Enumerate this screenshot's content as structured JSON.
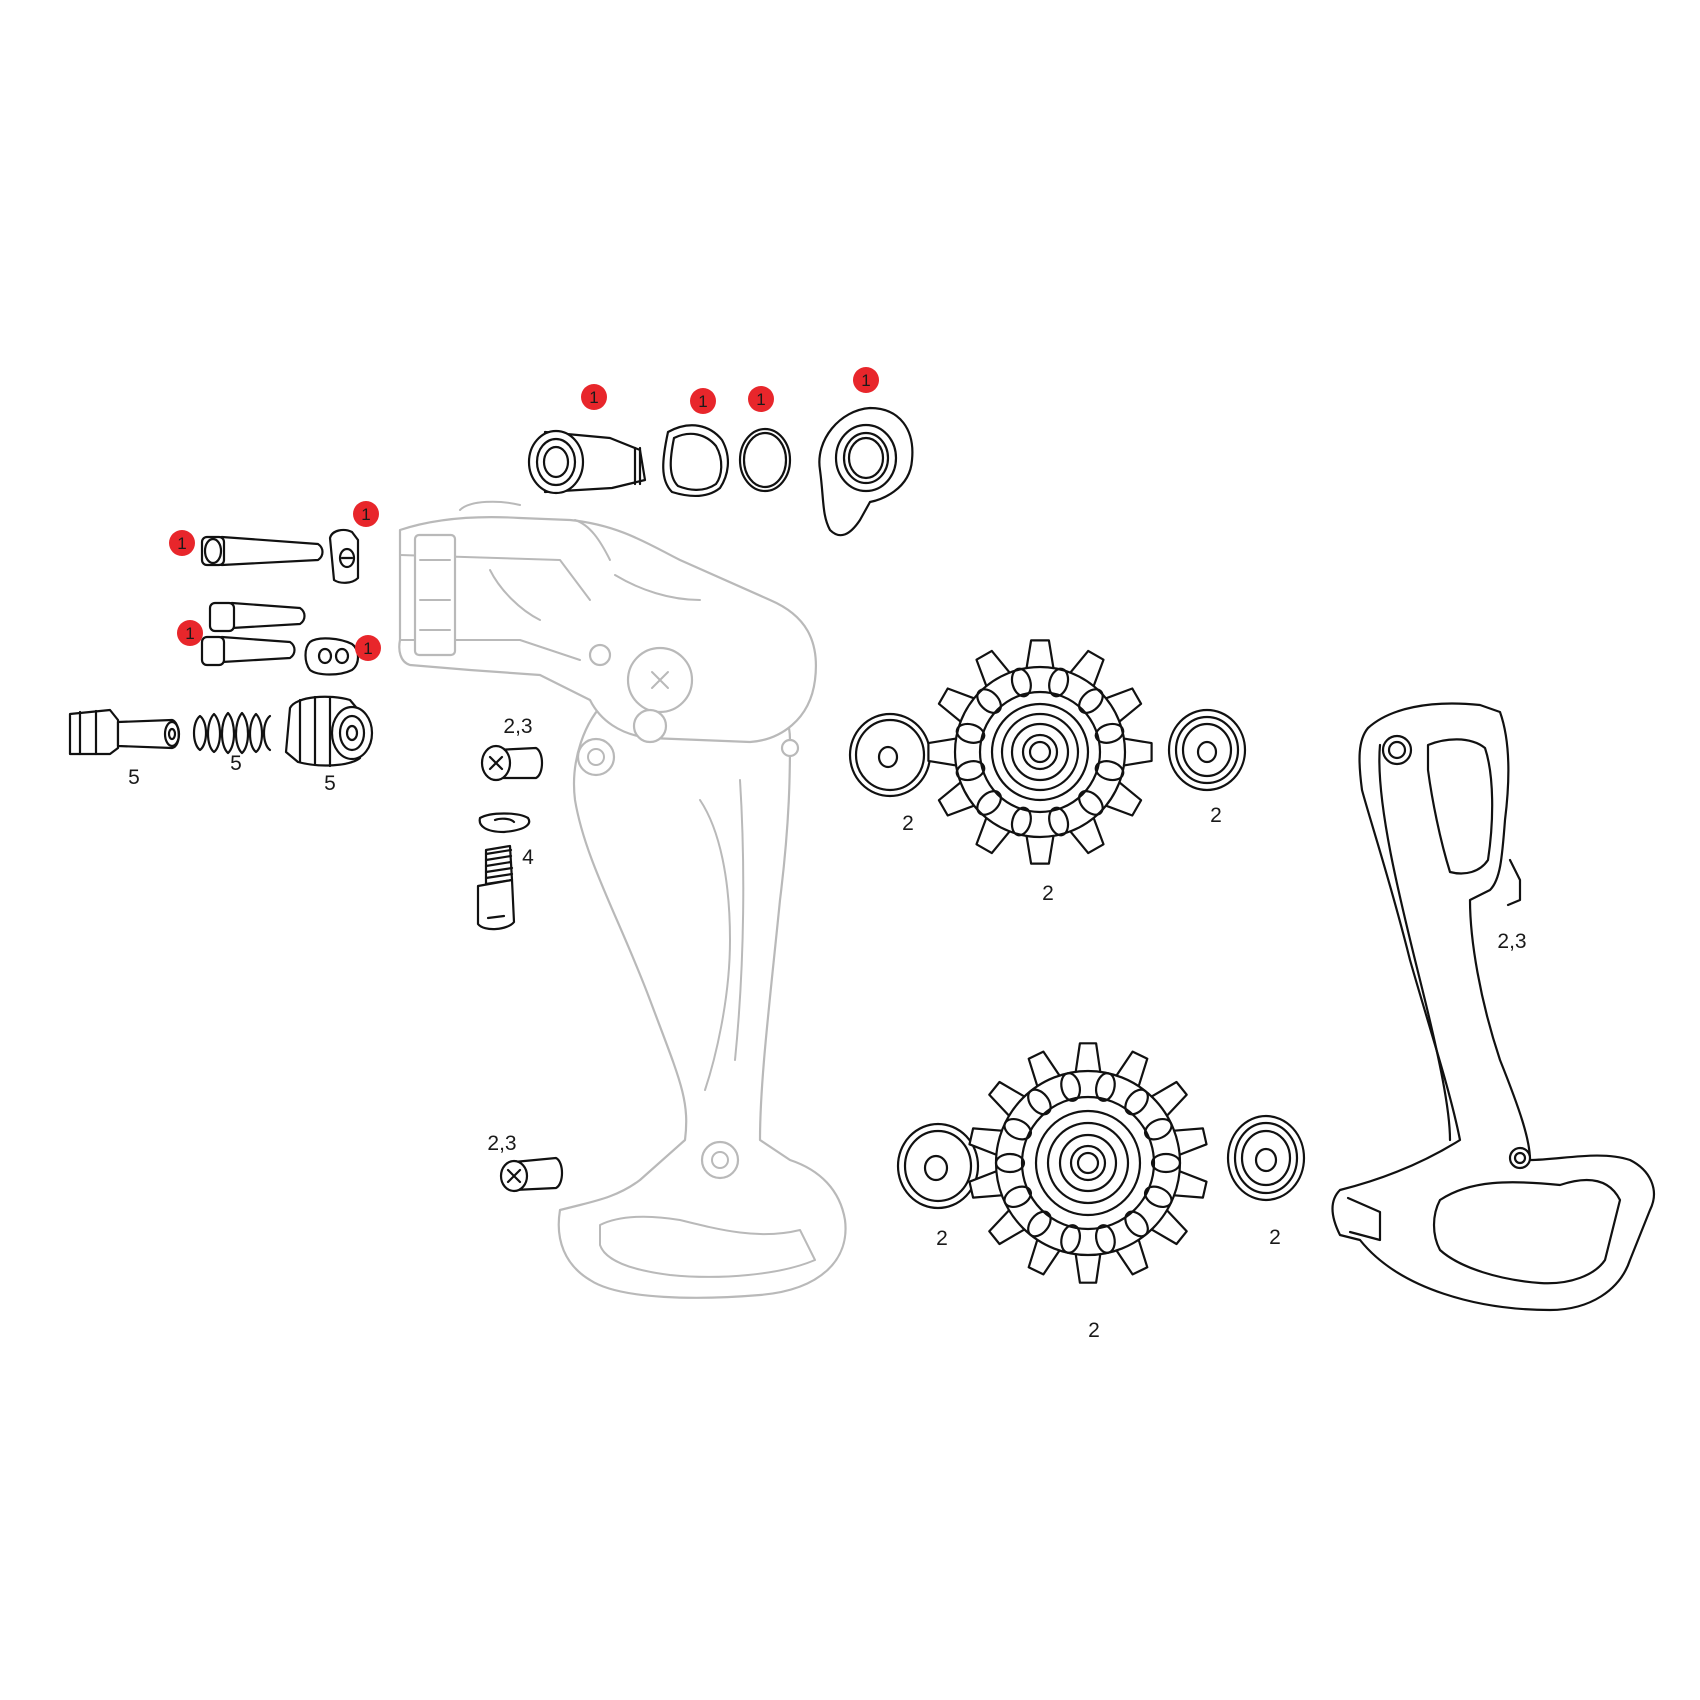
{
  "colors": {
    "badge": "#e8262b",
    "ink": "#111111",
    "ghost": "#b9b9b9",
    "background": "#ffffff"
  },
  "badges": {
    "b1": "1",
    "b2": "1",
    "b3": "1",
    "b4": "1",
    "b5": "1",
    "b6": "1",
    "b7": "1",
    "b8": "1"
  },
  "labels": {
    "barrel_adjuster": "5",
    "spring": "5",
    "cable_cap": "5",
    "cage_bolt_upper": "2,3",
    "limit_screw": "4",
    "cage_bolt_lower": "2,3",
    "upper_pulley_left_cover": "2",
    "upper_pulley": "2",
    "upper_pulley_right_cover": "2",
    "lower_pulley_left_cover": "2",
    "lower_pulley": "2",
    "lower_pulley_right_cover": "2",
    "inner_cage_plate": "2,3"
  }
}
